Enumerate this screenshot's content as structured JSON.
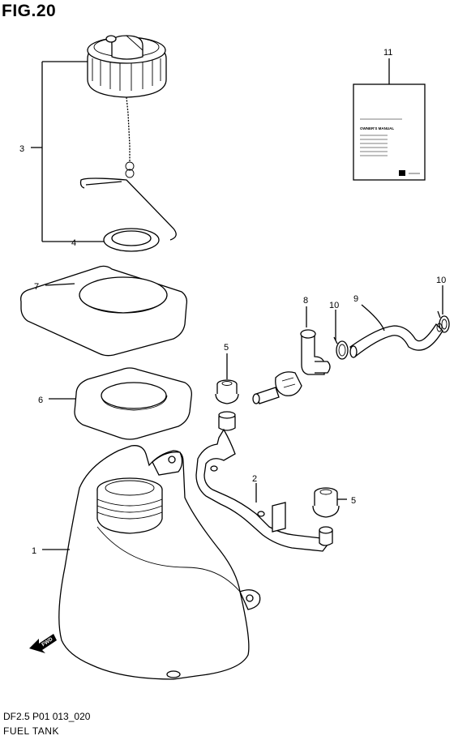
{
  "figure": {
    "title": "FIG.20",
    "code": "DF2.5 P01 013_020",
    "name": "FUEL TANK"
  },
  "callouts": [
    {
      "key": "c1",
      "number": "1"
    },
    {
      "key": "c2",
      "number": "2"
    },
    {
      "key": "c3",
      "number": "3"
    },
    {
      "key": "c4",
      "number": "4"
    },
    {
      "key": "c5a",
      "number": "5"
    },
    {
      "key": "c5b",
      "number": "5"
    },
    {
      "key": "c6",
      "number": "6"
    },
    {
      "key": "c7",
      "number": "7"
    },
    {
      "key": "c8",
      "number": "8"
    },
    {
      "key": "c9",
      "number": "9"
    },
    {
      "key": "c10a",
      "number": "10"
    },
    {
      "key": "c10b",
      "number": "10"
    },
    {
      "key": "c11",
      "number": "11"
    }
  ],
  "manual": {
    "title": "OWNER'S MANUAL"
  },
  "fwd_label": "FWD"
}
